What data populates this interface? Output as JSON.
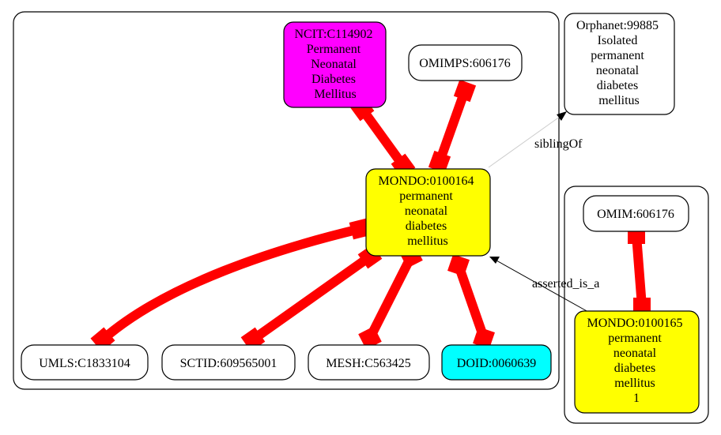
{
  "colors": {
    "background": "#ffffff",
    "default_node_fill": "#ffffff",
    "mondo_fill": "#ffff00",
    "ncit_fill": "#ff00ff",
    "doid_fill": "#00ffff",
    "strong_edge": "#ff0000",
    "weak_edge": "#000000"
  },
  "nodes": {
    "ncit": [
      "NCIT:C114902",
      "Permanent",
      "Neonatal",
      "Diabetes",
      "Mellitus"
    ],
    "omimps": [
      "OMIMPS:606176"
    ],
    "orphanet": [
      "Orphanet:99885",
      "Isolated",
      "permanent",
      "neonatal",
      "diabetes",
      "mellitus"
    ],
    "mondo_main": [
      "MONDO:0100164",
      "permanent",
      "neonatal",
      "diabetes",
      "mellitus"
    ],
    "omim": [
      "OMIM:606176"
    ],
    "mondo_child": [
      "MONDO:0100165",
      "permanent",
      "neonatal",
      "diabetes",
      "mellitus",
      "1"
    ],
    "umls": [
      "UMLS:C1833104"
    ],
    "sctid": [
      "SCTID:609565001"
    ],
    "mesh": [
      "MESH:C563425"
    ],
    "doid": [
      "DOID:0060639"
    ]
  },
  "edges": {
    "sibling_label": "siblingOf",
    "asserted_label": "asserted_is_a"
  }
}
